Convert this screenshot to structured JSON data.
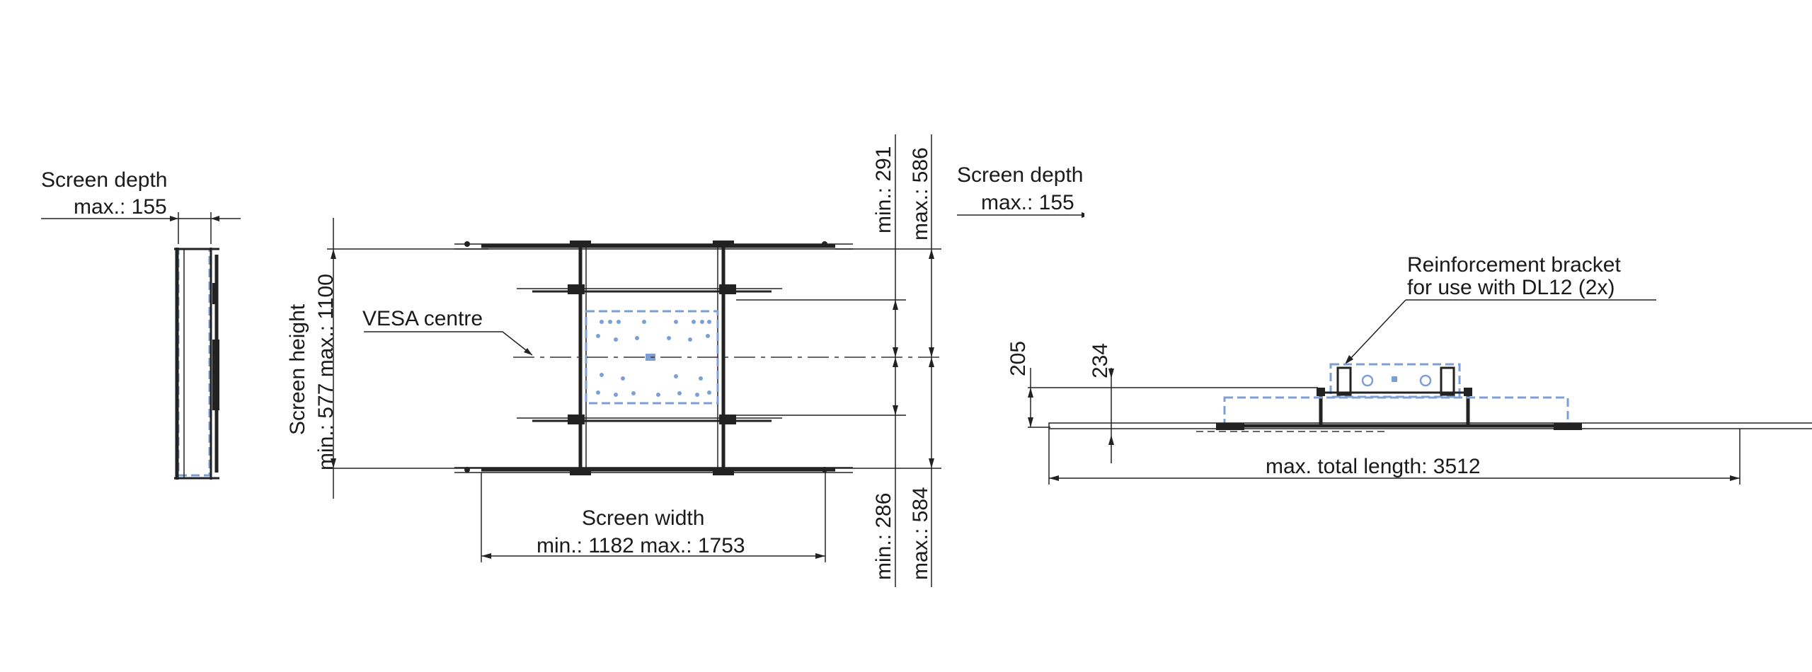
{
  "labels": {
    "screen_depth_left": "Screen depth",
    "screen_depth_left_max": "max.: 155",
    "screen_height": "Screen height",
    "screen_height_range": "min.: 577 max.: 1100",
    "vesa_centre": "VESA centre",
    "screen_width": "Screen width",
    "screen_width_range": "min.: 1182 max.: 1753",
    "upper_min": "min.: 291",
    "upper_max": "max.: 586",
    "lower_min": "min.: 286",
    "lower_max": "max.: 584",
    "screen_depth_right": "Screen depth",
    "screen_depth_right_max": "max.: 155",
    "bracket_line1": "Reinforcement bracket",
    "bracket_line2": "for use with DL12 (2x)",
    "dim_205": "205",
    "dim_234": "234",
    "total_length": "max. total length: 3512"
  },
  "colors": {
    "line": "#222222",
    "screen_outline": "#7d9fd6"
  }
}
